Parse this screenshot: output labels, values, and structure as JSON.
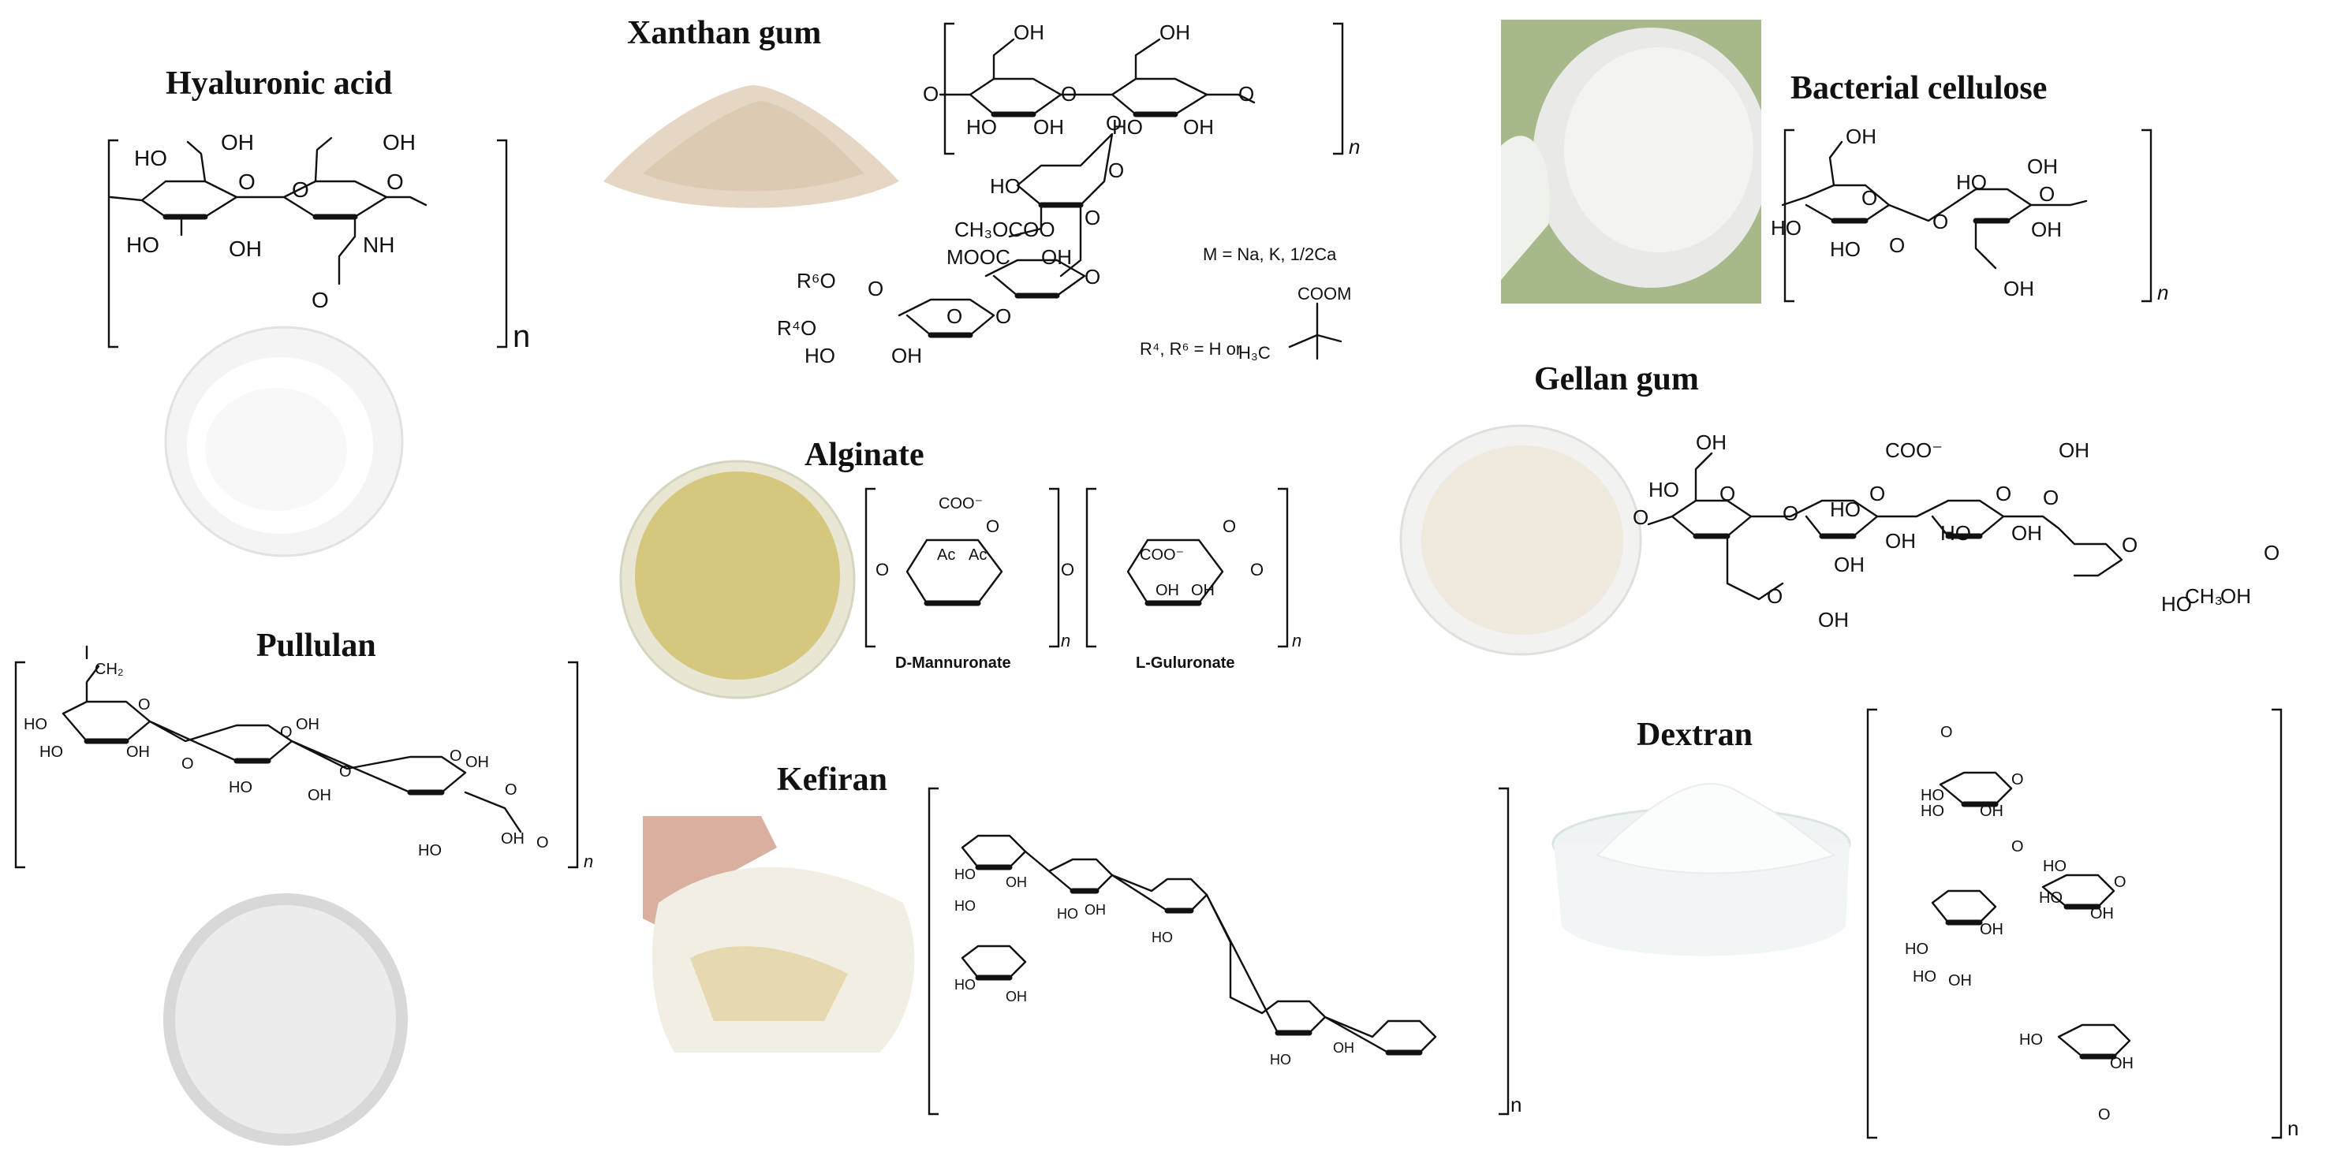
{
  "panels": {
    "hyaluronic": {
      "title": "Hyaluronic acid",
      "labels": [
        "OH",
        "HO",
        "OH",
        "O",
        "OH",
        "O",
        "NH",
        "O",
        "O",
        "HO",
        "n"
      ]
    },
    "xanthan": {
      "title": "Xanthan gum",
      "labels": [
        "OH",
        "OH",
        "O",
        "O",
        "O",
        "O",
        "HO",
        "OH",
        "HO",
        "OH",
        "HO",
        "O",
        "O",
        "CH₃OCOO",
        "MOOC",
        "OH",
        "O",
        "R⁶O",
        "R⁴O",
        "HO",
        "O",
        "O",
        "O",
        "OH",
        "n"
      ],
      "note_m": "M = Na, K, 1/2Ca",
      "note_r": "R⁴, R⁶ = H  or",
      "note_coom": "COOM",
      "note_h3c": "H₃C"
    },
    "bacterial": {
      "title": "Bacterial cellulose",
      "labels": [
        "OH",
        "HO",
        "O",
        "HO",
        "O",
        "HO",
        "OH",
        "O",
        "OH",
        "O",
        "OH",
        "n"
      ]
    },
    "gellan": {
      "title": "Gellan gum",
      "labels": [
        "OH",
        "HO",
        "O",
        "O",
        "COO⁻",
        "O",
        "HO",
        "OH",
        "O",
        "OH",
        "O",
        "HO",
        "OH",
        "O",
        "O",
        "O",
        "OH",
        "OH",
        "HO",
        "CH₃",
        "OH",
        "O"
      ]
    },
    "alginate": {
      "title": "Alginate",
      "labels": [
        "COO⁻",
        "O",
        "Ac",
        "Ac",
        "O",
        "O",
        "COO⁻",
        "O",
        "OH",
        "OH",
        "O",
        "n",
        "n"
      ],
      "name_m": "D-Mannuronate",
      "name_g": "L-Guluronate"
    },
    "pullulan": {
      "title": "Pullulan",
      "labels": [
        "CH₂",
        "O",
        "HO",
        "HO",
        "OH",
        "O",
        "OH",
        "O",
        "HO",
        "OH",
        "O",
        "O",
        "OH",
        "O",
        "HO",
        "OH",
        "O",
        "n"
      ]
    },
    "kefiran": {
      "title": "Kefiran",
      "labels": [
        "HO",
        "HO",
        "OH",
        "HO",
        "OH",
        "HO",
        "OH",
        "HO",
        "HO",
        "OH",
        "n"
      ]
    },
    "dextran": {
      "title": "Dextran",
      "labels": [
        "O",
        "HO",
        "HO",
        "OH",
        "O",
        "O",
        "HO",
        "O",
        "OH",
        "HO",
        "OH",
        "HO",
        "HO",
        "OH",
        "HO",
        "OH",
        "O",
        "n"
      ]
    }
  }
}
